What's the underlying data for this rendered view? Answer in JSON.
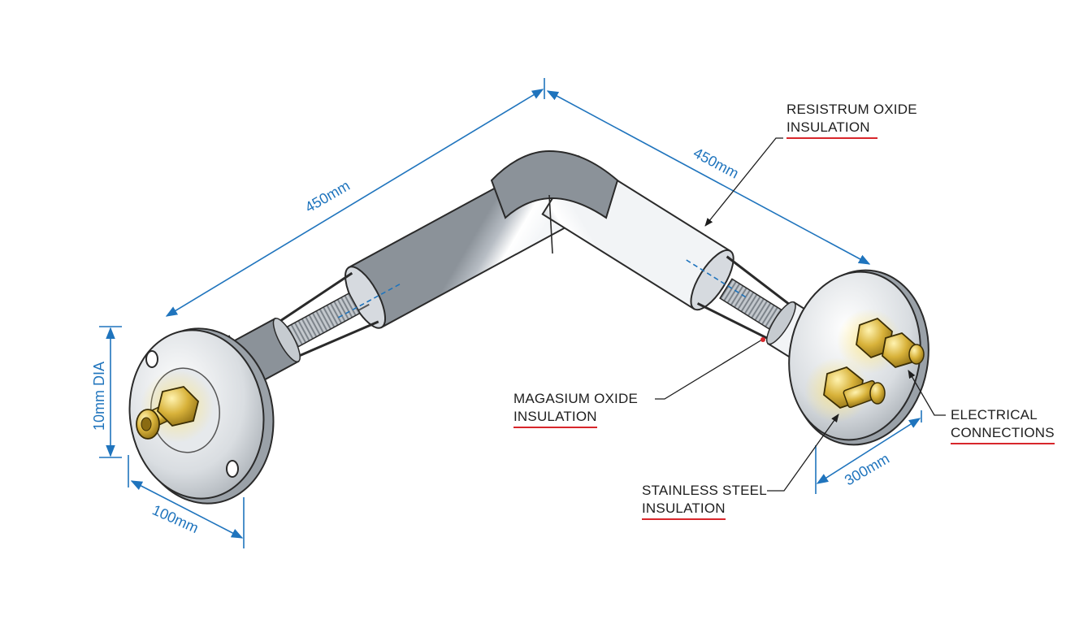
{
  "labels": {
    "resistrum": {
      "line1": "RESISTRUM OXIDE",
      "line2": "INSULATION"
    },
    "magasium": {
      "line1": "MAGASIUM OXIDE",
      "line2": "INSULATION"
    },
    "stainless": {
      "line1": "STAINLESS STEEL",
      "line2": "INSULATION"
    },
    "electrical": {
      "line1": "ELECTRICAL",
      "line2": "CONNECTIONS"
    }
  },
  "dimensions": {
    "left_length": "450mm",
    "right_length": "450mm",
    "diameter": "10mm DIA",
    "left_flange": "100mm",
    "right_flange": "300mm"
  },
  "colors": {
    "dimension": "#1f74bd",
    "underline": "#d8262b",
    "steel": "#c9ced3",
    "brass": "#c9a227"
  }
}
